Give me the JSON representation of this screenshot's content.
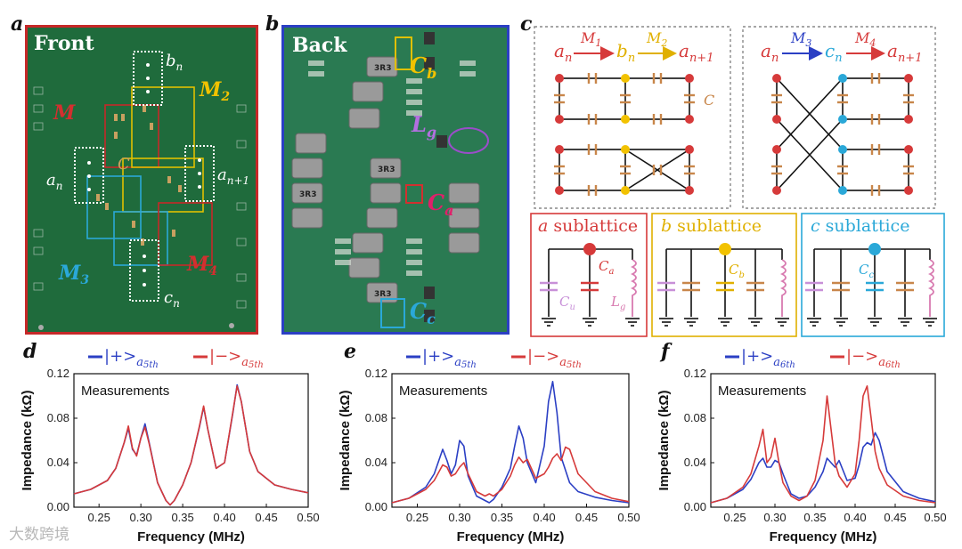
{
  "panels": {
    "a": {
      "letter": "a",
      "title": "Front",
      "labels": {
        "bn": "b",
        "bn_sub": "n",
        "M2": "M",
        "M2_sub": "2",
        "M": "M",
        "C": "C",
        "an": "a",
        "an_sub": "n",
        "an1": "a",
        "an1_sub": "n+1",
        "M3": "M",
        "M3_sub": "3",
        "M4": "M",
        "M4_sub": "4",
        "cn": "c",
        "cn_sub": "n"
      }
    },
    "b": {
      "letter": "b",
      "title": "Back",
      "labels": {
        "Cb": "C",
        "Cb_sub": "b",
        "Lg": "L",
        "Lg_sub": "g",
        "Ca": "C",
        "Ca_sub": "a",
        "Cc": "C",
        "Cc_sub": "c"
      },
      "inductor_text": "3R3"
    },
    "c": {
      "letter": "c",
      "left_box": {
        "a": "a",
        "a_sub": "n",
        "M1": "M",
        "M1_sub": "1",
        "b": "b",
        "b_sub": "n",
        "M2": "M",
        "M2_sub": "2",
        "a1": "a",
        "a1_sub": "n+1",
        "C": "C"
      },
      "right_box": {
        "a": "a",
        "a_sub": "n",
        "M3": "M",
        "M3_sub": "3",
        "c": "c",
        "c_sub": "n",
        "M4": "M",
        "M4_sub": "4",
        "a1": "a",
        "a1_sub": "n+1"
      },
      "sublattices": [
        {
          "name": "a",
          "label": "sublattice",
          "color": "#d32f2f",
          "cap1": "C",
          "cap1_sub": "u",
          "cap2": "C",
          "cap2_sub": "a",
          "ind": "L",
          "ind_sub": "g"
        },
        {
          "name": "b",
          "label": "sublattice",
          "color": "#e0b000",
          "cap": "C",
          "cap_sub": "b"
        },
        {
          "name": "c",
          "label": "sublattice",
          "color": "#2aa8d8",
          "cap": "C",
          "cap_sub": "c"
        }
      ]
    },
    "d": {
      "letter": "d"
    },
    "e": {
      "letter": "e"
    },
    "f": {
      "letter": "f"
    }
  },
  "colors": {
    "blue": "#2b3fc4",
    "red": "#d63a3a"
  },
  "watermark": "大数跨境",
  "chart_data": [
    {
      "type": "line",
      "panel": "d",
      "annotation": "Measurements",
      "xlabel": "Frequency (MHz)",
      "ylabel": "Impedance (kΩ)",
      "xlim": [
        0.22,
        0.5
      ],
      "ylim": [
        0,
        0.12
      ],
      "xticks": [
        "0.25",
        "0.30",
        "0.35",
        "0.40",
        "0.45",
        "0.50"
      ],
      "yticks": [
        "0.00",
        "0.04",
        "0.08",
        "0.12"
      ],
      "legend": [
        {
          "sym": "|+>",
          "sub": "a",
          "subsub": "5th",
          "color": "#2b3fc4"
        },
        {
          "sym": "|−>",
          "sub": "a",
          "subsub": "5th",
          "color": "#d63a3a"
        }
      ],
      "series": [
        {
          "color": "#2b3fc4",
          "x": [
            0.22,
            0.24,
            0.26,
            0.27,
            0.28,
            0.285,
            0.29,
            0.295,
            0.3,
            0.305,
            0.31,
            0.32,
            0.33,
            0.335,
            0.34,
            0.35,
            0.36,
            0.37,
            0.375,
            0.38,
            0.39,
            0.4,
            0.41,
            0.415,
            0.42,
            0.43,
            0.44,
            0.46,
            0.48,
            0.5
          ],
          "y": [
            0.012,
            0.016,
            0.024,
            0.035,
            0.058,
            0.071,
            0.052,
            0.047,
            0.062,
            0.075,
            0.058,
            0.022,
            0.006,
            0.002,
            0.006,
            0.02,
            0.04,
            0.072,
            0.09,
            0.07,
            0.035,
            0.04,
            0.085,
            0.11,
            0.095,
            0.05,
            0.032,
            0.02,
            0.016,
            0.013
          ]
        },
        {
          "color": "#d63a3a",
          "x": [
            0.22,
            0.24,
            0.26,
            0.27,
            0.28,
            0.285,
            0.29,
            0.295,
            0.3,
            0.305,
            0.31,
            0.32,
            0.33,
            0.335,
            0.34,
            0.35,
            0.36,
            0.37,
            0.375,
            0.38,
            0.39,
            0.4,
            0.41,
            0.415,
            0.42,
            0.43,
            0.44,
            0.46,
            0.48,
            0.5
          ],
          "y": [
            0.012,
            0.016,
            0.024,
            0.035,
            0.058,
            0.073,
            0.053,
            0.046,
            0.062,
            0.072,
            0.057,
            0.022,
            0.006,
            0.002,
            0.006,
            0.02,
            0.04,
            0.073,
            0.091,
            0.07,
            0.035,
            0.04,
            0.086,
            0.109,
            0.095,
            0.05,
            0.032,
            0.02,
            0.016,
            0.013
          ]
        }
      ]
    },
    {
      "type": "line",
      "panel": "e",
      "annotation": "Measurements",
      "xlabel": "Frequency (MHz)",
      "ylabel": "Impedance (kΩ)",
      "xlim": [
        0.22,
        0.5
      ],
      "ylim": [
        0,
        0.12
      ],
      "xticks": [
        "0.25",
        "0.30",
        "0.35",
        "0.40",
        "0.45",
        "0.50"
      ],
      "yticks": [
        "0.00",
        "0.04",
        "0.08",
        "0.12"
      ],
      "legend": [
        {
          "sym": "|+>",
          "sub": "a",
          "subsub": "5th",
          "color": "#2b3fc4"
        },
        {
          "sym": "|−>",
          "sub": "a",
          "subsub": "5th",
          "color": "#d63a3a"
        }
      ],
      "series": [
        {
          "color": "#2b3fc4",
          "x": [
            0.22,
            0.24,
            0.26,
            0.27,
            0.28,
            0.285,
            0.29,
            0.295,
            0.3,
            0.305,
            0.31,
            0.32,
            0.33,
            0.335,
            0.34,
            0.35,
            0.36,
            0.365,
            0.37,
            0.375,
            0.38,
            0.39,
            0.4,
            0.405,
            0.41,
            0.415,
            0.42,
            0.43,
            0.44,
            0.46,
            0.48,
            0.5
          ],
          "y": [
            0.004,
            0.008,
            0.018,
            0.03,
            0.052,
            0.042,
            0.03,
            0.038,
            0.06,
            0.055,
            0.028,
            0.01,
            0.006,
            0.004,
            0.007,
            0.018,
            0.035,
            0.055,
            0.073,
            0.062,
            0.04,
            0.022,
            0.055,
            0.095,
            0.113,
            0.085,
            0.045,
            0.022,
            0.014,
            0.009,
            0.006,
            0.004
          ]
        },
        {
          "color": "#d63a3a",
          "x": [
            0.22,
            0.24,
            0.26,
            0.27,
            0.28,
            0.285,
            0.29,
            0.295,
            0.3,
            0.305,
            0.31,
            0.32,
            0.33,
            0.335,
            0.34,
            0.35,
            0.36,
            0.365,
            0.37,
            0.375,
            0.38,
            0.39,
            0.4,
            0.405,
            0.41,
            0.415,
            0.42,
            0.425,
            0.43,
            0.44,
            0.46,
            0.48,
            0.5
          ],
          "y": [
            0.004,
            0.008,
            0.016,
            0.024,
            0.038,
            0.036,
            0.028,
            0.03,
            0.036,
            0.04,
            0.03,
            0.014,
            0.01,
            0.012,
            0.01,
            0.016,
            0.028,
            0.038,
            0.045,
            0.04,
            0.043,
            0.026,
            0.03,
            0.036,
            0.044,
            0.048,
            0.042,
            0.054,
            0.052,
            0.03,
            0.014,
            0.008,
            0.005
          ]
        }
      ]
    },
    {
      "type": "line",
      "panel": "f",
      "annotation": "Measurements",
      "xlabel": "Frequency (MHz)",
      "ylabel": "Impedance (kΩ)",
      "xlim": [
        0.22,
        0.5
      ],
      "ylim": [
        0,
        0.12
      ],
      "xticks": [
        "0.25",
        "0.30",
        "0.35",
        "0.40",
        "0.45",
        "0.50"
      ],
      "yticks": [
        "0.00",
        "0.04",
        "0.08",
        "0.12"
      ],
      "legend": [
        {
          "sym": "|+>",
          "sub": "a",
          "subsub": "6th",
          "color": "#2b3fc4"
        },
        {
          "sym": "|−>",
          "sub": "a",
          "subsub": "6th",
          "color": "#d63a3a"
        }
      ],
      "series": [
        {
          "color": "#2b3fc4",
          "x": [
            0.22,
            0.24,
            0.26,
            0.27,
            0.28,
            0.285,
            0.29,
            0.295,
            0.3,
            0.305,
            0.31,
            0.32,
            0.33,
            0.34,
            0.35,
            0.36,
            0.365,
            0.37,
            0.375,
            0.38,
            0.39,
            0.4,
            0.405,
            0.41,
            0.415,
            0.42,
            0.425,
            0.43,
            0.44,
            0.46,
            0.48,
            0.5
          ],
          "y": [
            0.004,
            0.008,
            0.016,
            0.025,
            0.04,
            0.044,
            0.036,
            0.036,
            0.042,
            0.04,
            0.03,
            0.012,
            0.008,
            0.01,
            0.018,
            0.032,
            0.044,
            0.04,
            0.036,
            0.042,
            0.024,
            0.026,
            0.038,
            0.054,
            0.058,
            0.056,
            0.067,
            0.06,
            0.032,
            0.014,
            0.008,
            0.005
          ]
        },
        {
          "color": "#d63a3a",
          "x": [
            0.22,
            0.24,
            0.26,
            0.27,
            0.28,
            0.285,
            0.29,
            0.295,
            0.3,
            0.305,
            0.31,
            0.32,
            0.33,
            0.34,
            0.35,
            0.36,
            0.365,
            0.37,
            0.375,
            0.38,
            0.39,
            0.4,
            0.405,
            0.41,
            0.415,
            0.42,
            0.425,
            0.43,
            0.44,
            0.46,
            0.48,
            0.5
          ],
          "y": [
            0.004,
            0.008,
            0.018,
            0.03,
            0.055,
            0.07,
            0.04,
            0.045,
            0.062,
            0.04,
            0.022,
            0.01,
            0.006,
            0.01,
            0.024,
            0.06,
            0.1,
            0.07,
            0.04,
            0.028,
            0.018,
            0.03,
            0.06,
            0.1,
            0.109,
            0.08,
            0.05,
            0.035,
            0.02,
            0.01,
            0.006,
            0.004
          ]
        }
      ]
    }
  ]
}
